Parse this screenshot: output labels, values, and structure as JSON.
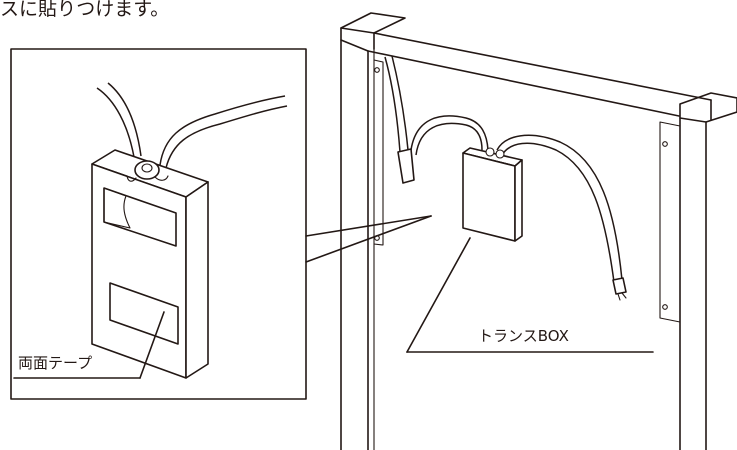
{
  "instruction_text": "スに貼りつけます。",
  "callouts": {
    "double_sided_tape": "両面テープ",
    "transformer_box": "トランスBOX"
  },
  "colors": {
    "line": "#231815",
    "background": "#ffffff"
  }
}
